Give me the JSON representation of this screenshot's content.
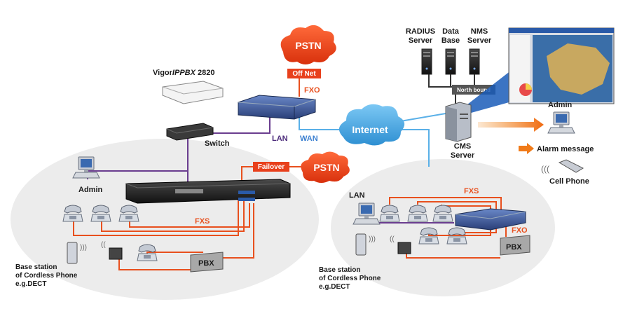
{
  "labels": {
    "radius_server": [
      "RADIUS",
      "Server"
    ],
    "data_base": [
      "Data",
      "Base"
    ],
    "nms_server": [
      "NMS",
      "Server"
    ],
    "north_bound": "North bound",
    "vigor_prefix": "Vigor",
    "vigor_ippbx": "IPPBX",
    "vigor_model": " 2820",
    "pstn": "PSTN",
    "off_net": "Off Net",
    "fxo": "FXO",
    "failover": "Failover",
    "switch": "Switch",
    "lan": "LAN",
    "wan": "WAN",
    "internet": "Internet",
    "admin": "Admin",
    "cms_server": [
      "CMS",
      "Server"
    ],
    "alarm_message": "Alarm message",
    "cell_phone": "Cell Phone",
    "fxs": "FXS",
    "pbx": "PBX",
    "base_station": [
      "Base station",
      "of Cordless Phone",
      "e.g.DECT"
    ]
  },
  "colors": {
    "fxs_line": "#e8501e",
    "lan_line": "#6a3d8f",
    "wan_line": "#5ab0e8",
    "pstn_cloud": "#e8401c",
    "internet_cloud": "#4aa8e0",
    "ellipse_fill": "#ececec"
  },
  "icons": {
    "servers": "server-tower-icon",
    "switch": "network-switch-icon",
    "router": "router-icon",
    "phone": "desk-phone-icon",
    "pc": "desktop-computer-icon",
    "cellphone": "cell-phone-icon"
  }
}
